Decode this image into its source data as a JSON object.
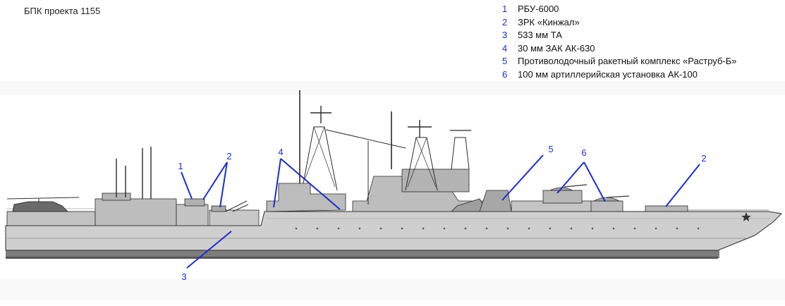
{
  "title": "БПК проекта 1155",
  "legend": [
    {
      "num": "1",
      "label": "РБУ-6000"
    },
    {
      "num": "2",
      "label": "ЗРК «Кинжал»"
    },
    {
      "num": "3",
      "label": "533 мм ТА"
    },
    {
      "num": "4",
      "label": "30 мм ЗАК АК-630"
    },
    {
      "num": "5",
      "label": "Противолодочный ракетный комплекс «Раструб-Б»"
    },
    {
      "num": "6",
      "label": "100 мм артиллерийская установка АК-100"
    }
  ],
  "callouts": {
    "c1": "1",
    "c2a": "2",
    "c2b": "2",
    "c3": "3",
    "c4": "4",
    "c5": "5",
    "c6": "6"
  },
  "colors": {
    "callout": "#1a2fc9",
    "hull": "#c9c9c9",
    "outline": "#2b2b2b"
  }
}
